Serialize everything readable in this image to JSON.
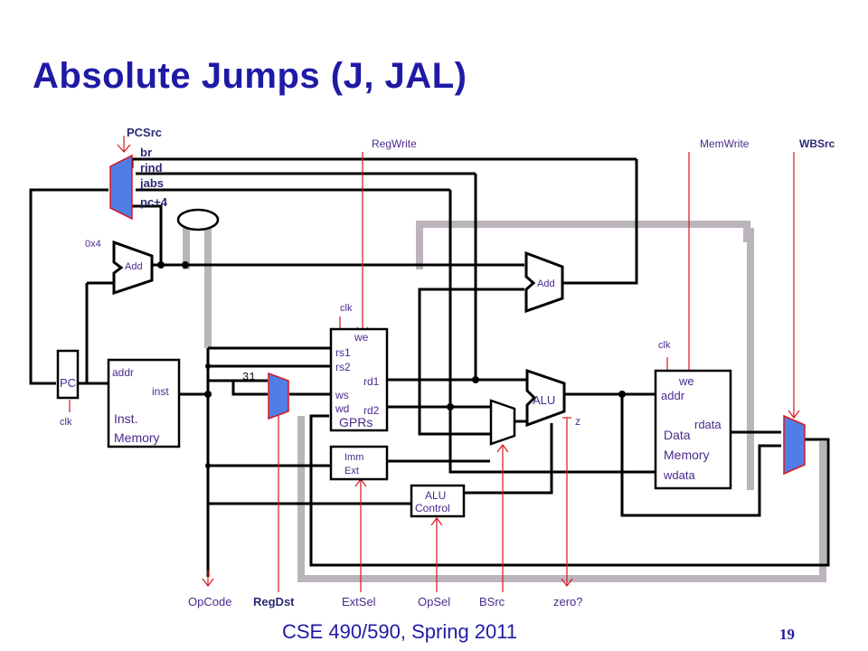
{
  "title": "Absolute Jumps (J, JAL)",
  "footer": "CSE 490/590, Spring 2011",
  "page_number": "19",
  "diagram": {
    "pc_mux": {
      "control": "PCSrc",
      "inputs": [
        "br",
        "rind",
        "jabs",
        "pc+4"
      ]
    },
    "pc_adder": {
      "constant": "0x4",
      "label": "Add"
    },
    "branch_adder": {
      "label": "Add"
    },
    "pc": {
      "label": "PC",
      "clock": "clk"
    },
    "inst_memory": {
      "port_in": "addr",
      "port_out": "inst",
      "name_line1": "Inst.",
      "name_line2": "Memory"
    },
    "gprs": {
      "name": "GPRs",
      "clock": "clk",
      "ports": [
        "we",
        "rs1",
        "rs2",
        "ws",
        "wd",
        "rd1",
        "rd2"
      ]
    },
    "imm_ext": {
      "line1": "Imm",
      "line2": "Ext"
    },
    "alu": {
      "label": "ALU",
      "zero_out": "z"
    },
    "alu_control": {
      "line1": "ALU",
      "line2": "Control"
    },
    "data_memory": {
      "clock": "clk",
      "name_line1": "Data",
      "name_line2": "Memory",
      "ports": [
        "we",
        "addr",
        "rdata",
        "wdata"
      ]
    },
    "regdst_constant": "31",
    "top_signals": {
      "regwrite": "RegWrite",
      "memwrite": "MemWrite",
      "wbsrc": "WBSrc"
    },
    "bottom_signals": {
      "opcode": "OpCode",
      "regdst": "RegDst",
      "extsel": "ExtSel",
      "opsel": "OpSel",
      "bsrc": "BSrc",
      "zero": "zero?"
    },
    "colors": {
      "title": "#1f1aa6",
      "mux_fill": "#4f7ee6",
      "control_line": "#d8161d",
      "highlight_path": "#bcb4bc"
    }
  }
}
